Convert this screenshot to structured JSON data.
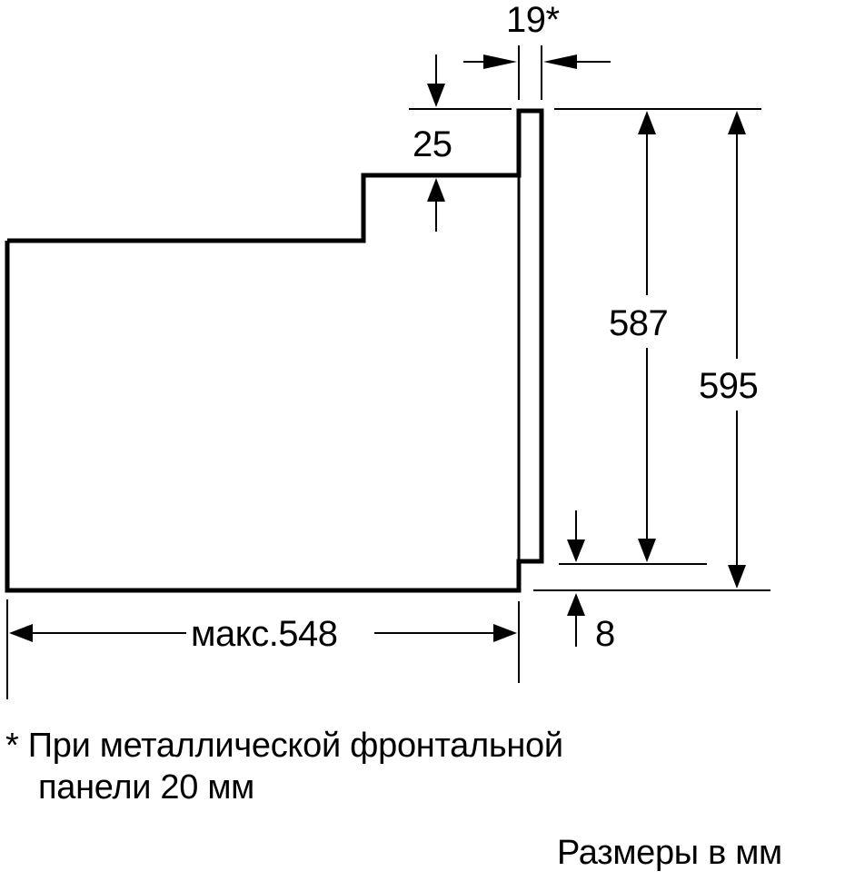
{
  "diagram": {
    "title": "Oven installation dimensions",
    "colors": {
      "line": "#000000",
      "background": "#ffffff"
    },
    "dimensions": {
      "front_panel_thickness": "19*",
      "top_step": "25",
      "height_inner": "587",
      "height_total": "595",
      "bottom_offset": "8",
      "depth": "макс.548"
    },
    "notes": {
      "footnote_line1": "* При металлической фронтальной",
      "footnote_line2": "панели 20 мм",
      "units": "Размеры в мм"
    }
  }
}
